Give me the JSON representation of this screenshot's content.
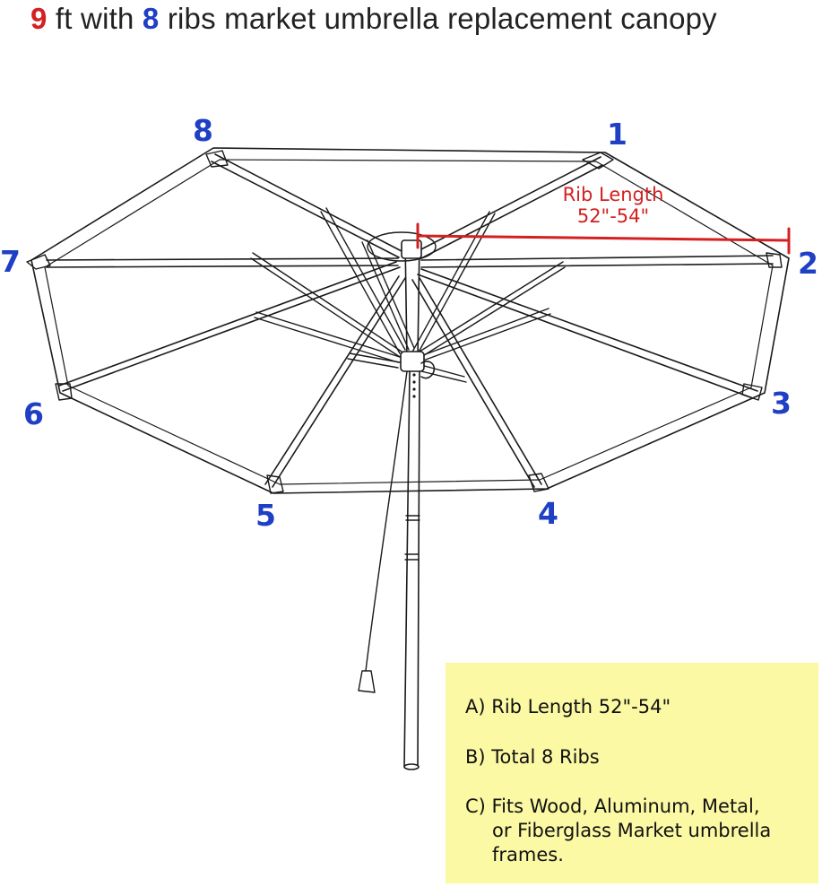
{
  "title": {
    "feet": "9",
    "part1": " ft with ",
    "ribs": "8",
    "part2": " ribs market umbrella replacement canopy",
    "feet_color": "#d42020",
    "ribs_color": "#1f3fc4"
  },
  "diagram": {
    "rib_labels": [
      "1",
      "2",
      "3",
      "4",
      "5",
      "6",
      "7",
      "8"
    ],
    "rib_length_caption_line1": "Rib Length",
    "rib_length_caption_line2": "52\"-54\"",
    "measure_color": "#d42020",
    "label_color": "#1f3fc4"
  },
  "info": {
    "line_a": "A) Rib Length 52\"-54\"",
    "line_b": "B) Total 8 Ribs",
    "line_c1": "C) Fits Wood, Aluminum, Metal,",
    "line_c2": "or Fiberglass Market umbrella",
    "line_c3": "frames.",
    "background": "#fcf9a4"
  }
}
